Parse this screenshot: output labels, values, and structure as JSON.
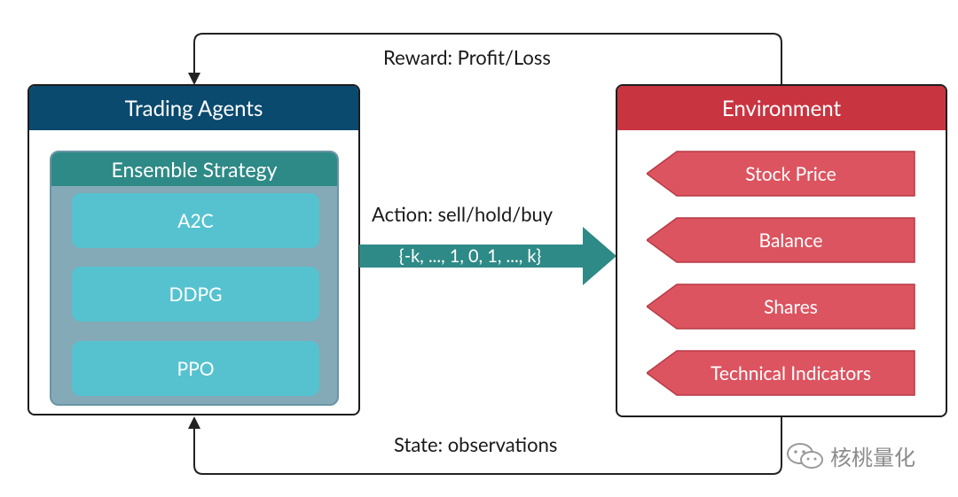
{
  "reward_label": "Reward: Profit/Loss",
  "state_label": "State: observations",
  "action_label": "Action: sell/hold/buy",
  "action_values": "{-k, ..., 1, 0, 1, ..., k}",
  "agents": {
    "title": "Trading Agents",
    "ensemble_title": "Ensemble Strategy",
    "algorithms": [
      "A2C",
      "DDPG",
      "PPO"
    ]
  },
  "environment": {
    "title": "Environment",
    "items": [
      "Stock Price",
      "Balance",
      "Shares",
      "Technical Indicators"
    ]
  },
  "watermark": "核桃量化",
  "colors": {
    "agents_header": "#0b4a6f",
    "ensemble_header": "#2e8a86",
    "ensemble_body": "#84a9b7",
    "algo_box": "#56c2cf",
    "env_header": "#c93441",
    "env_tag": "#dc5460",
    "action_arrow": "#2e8a86"
  }
}
